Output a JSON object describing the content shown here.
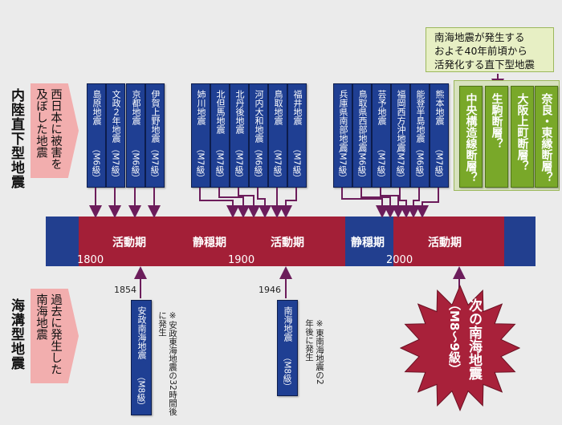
{
  "categories": {
    "inland": "内陸直下型地震",
    "trench": "海溝型地震"
  },
  "callouts": {
    "inland": "西日本に被害を及ぼした地震",
    "trench": "過去に発生した南海地震"
  },
  "timeline": {
    "periods": [
      {
        "label": "活動期"
      },
      {
        "label": "静穏期"
      },
      {
        "label": "活動期"
      },
      {
        "label": "静穏期"
      },
      {
        "label": "活動期"
      }
    ],
    "years": [
      "1800",
      "1900",
      "2000"
    ]
  },
  "inland_quakes": [
    {
      "name": "島原地震",
      "mag": "（M6級）"
    },
    {
      "name": "文政２年地震",
      "mag": "（M7級）"
    },
    {
      "name": "京都地震",
      "mag": "（M6級）"
    },
    {
      "name": "伊賀上野地震",
      "mag": "（M7級）"
    },
    {
      "name": "姉川地震",
      "mag": "（M7級）"
    },
    {
      "name": "北但馬地震",
      "mag": "（M7級）"
    },
    {
      "name": "北丹後地震",
      "mag": "（M7級）"
    },
    {
      "name": "河内大和地震",
      "mag": "（M6級）"
    },
    {
      "name": "鳥取地震",
      "mag": "（M7級）"
    },
    {
      "name": "福井地震",
      "mag": "（M7級）"
    },
    {
      "name": "兵庫県南部地震",
      "mag": "（M7級）"
    },
    {
      "name": "鳥取県西部地震",
      "mag": "（M6級）"
    },
    {
      "name": "芸予地震",
      "mag": "（M7級）"
    },
    {
      "name": "福岡西方沖地震",
      "mag": "（M7級）"
    },
    {
      "name": "能登半島地震",
      "mag": "（M6級）"
    },
    {
      "name": "熊本地震",
      "mag": "（M7級）"
    }
  ],
  "future_note": {
    "lines": [
      "南海地震が発生する",
      "およそ40年前頃から",
      "活発化する直下型地震"
    ]
  },
  "faults": [
    {
      "name": "中央構造線断層？"
    },
    {
      "name": "生駒断層？"
    },
    {
      "name": "大阪上町断層？"
    },
    {
      "name": "奈良・東縁断層？"
    }
  ],
  "trench_quakes": [
    {
      "year": "1854",
      "name": "安政南海地震",
      "mag": "（M8級）",
      "note": "※安政東海地震の32時間後に発生"
    },
    {
      "year": "1946",
      "name": "南海地震",
      "mag": "（M8級）",
      "note": "※東南海地震の2年後に発生"
    }
  ],
  "next_nankai": {
    "line1": "次の南海地震",
    "line2": "（M8〜9級）"
  },
  "colors": {
    "active": "#a31f37",
    "quiet": "#223f8f",
    "card": "#1f3f93",
    "arrow": "#6c1d5b",
    "green": "#79a829",
    "pink": "#f2aeae",
    "star": "#a8213a"
  }
}
